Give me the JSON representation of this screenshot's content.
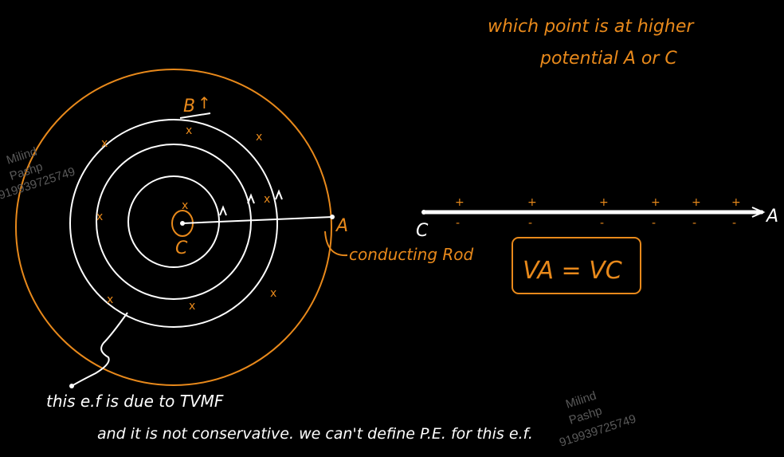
{
  "colors": {
    "background": "#000000",
    "ink_orange": "#e8891b",
    "ink_white": "#ffffff",
    "watermark": "#5a5a5a"
  },
  "question": {
    "line1": "which point is at higher",
    "line2": "potential A or C"
  },
  "left_figure": {
    "field_label": "B",
    "field_arrow": "↑",
    "point_a": "A",
    "point_c": "C",
    "rod_label": "conducting Rod",
    "cross": "x"
  },
  "right_figure": {
    "point_c": "C",
    "point_a": "A",
    "plus": "+",
    "minus": "-",
    "result": "VA = VC"
  },
  "notes": {
    "line1": "this e.f is due to TVMF",
    "line2": "and it is not conservative. we can't define P.E. for this e.f."
  },
  "watermarks": {
    "name1": "Milind",
    "name2": "Pashp",
    "phone": "919939725749"
  }
}
